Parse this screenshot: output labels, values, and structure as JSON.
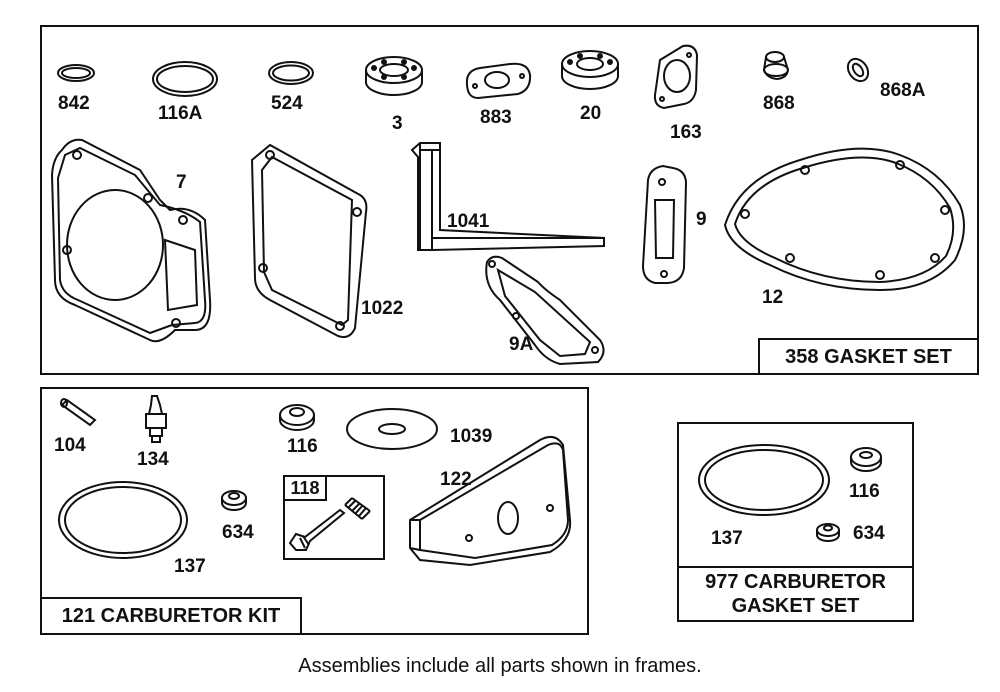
{
  "frames": {
    "gasket_set": {
      "title": "358 GASKET SET"
    },
    "carburetor_kit": {
      "title": "121 CARBURETOR KIT"
    },
    "carb_gasket_set": {
      "title_line1": "977 CARBURETOR",
      "title_line2": "GASKET SET"
    },
    "subassembly": {
      "title": "118"
    }
  },
  "labels": {
    "p842": "842",
    "p116A": "116A",
    "p524": "524",
    "p3": "3",
    "p883": "883",
    "p20": "20",
    "p163": "163",
    "p868": "868",
    "p868A": "868A",
    "p7": "7",
    "p1041": "1041",
    "p9": "9",
    "p1022": "1022",
    "p12": "12",
    "p9A": "9A",
    "p104": "104",
    "p134": "134",
    "p116": "116",
    "p1039": "1039",
    "p122": "122",
    "p634": "634",
    "p137": "137",
    "r116": "116",
    "r137": "137",
    "r634": "634"
  },
  "footnote": "Assemblies include all parts shown in frames."
}
